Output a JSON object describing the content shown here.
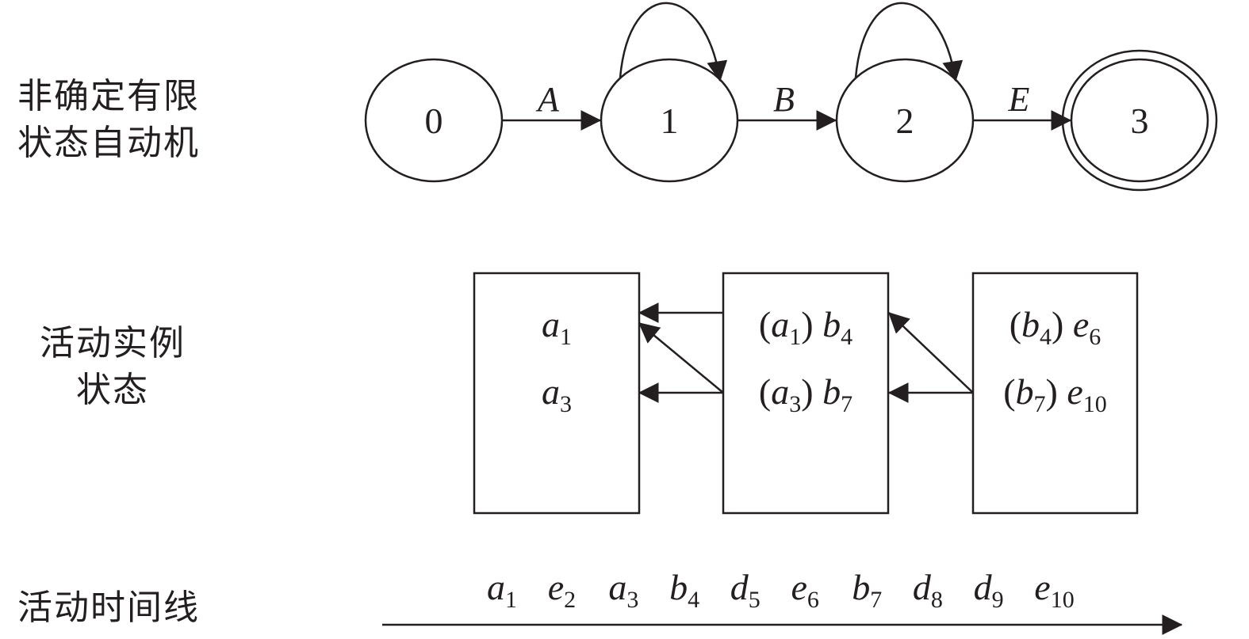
{
  "labels": {
    "nfa_line1": "非确定有限",
    "nfa_line2": "状态自动机",
    "instances_line1": "活动实例",
    "instances_line2": "状态",
    "timeline": "活动时间线"
  },
  "nfa": {
    "states": [
      {
        "id": "0",
        "accepting": false,
        "self_loop": false
      },
      {
        "id": "1",
        "accepting": false,
        "self_loop": true
      },
      {
        "id": "2",
        "accepting": false,
        "self_loop": true
      },
      {
        "id": "3",
        "accepting": true,
        "self_loop": false
      }
    ],
    "transitions": [
      {
        "from": "0",
        "to": "1",
        "label": "A"
      },
      {
        "from": "1",
        "to": "2",
        "label": "B"
      },
      {
        "from": "2",
        "to": "3",
        "label": "E"
      }
    ]
  },
  "instance_boxes": [
    {
      "entries": [
        {
          "pred": "",
          "pred_sub": "",
          "letter": "a",
          "sub": "1"
        },
        {
          "pred": "",
          "pred_sub": "",
          "letter": "a",
          "sub": "3"
        }
      ]
    },
    {
      "entries": [
        {
          "pred": "a",
          "pred_sub": "1",
          "letter": "b",
          "sub": "4"
        },
        {
          "pred": "a",
          "pred_sub": "3",
          "letter": "b",
          "sub": "7"
        }
      ]
    },
    {
      "entries": [
        {
          "pred": "b",
          "pred_sub": "4",
          "letter": "e",
          "sub": "6"
        },
        {
          "pred": "b",
          "pred_sub": "7",
          "letter": "e",
          "sub": "10"
        }
      ]
    }
  ],
  "timeline_events": [
    {
      "letter": "a",
      "sub": "1"
    },
    {
      "letter": "e",
      "sub": "2"
    },
    {
      "letter": "a",
      "sub": "3"
    },
    {
      "letter": "b",
      "sub": "4"
    },
    {
      "letter": "d",
      "sub": "5"
    },
    {
      "letter": "e",
      "sub": "6"
    },
    {
      "letter": "b",
      "sub": "7"
    },
    {
      "letter": "d",
      "sub": "8"
    },
    {
      "letter": "d",
      "sub": "9"
    },
    {
      "letter": "e",
      "sub": "10"
    }
  ],
  "colors": {
    "ink": "#231f20",
    "background": "#ffffff"
  }
}
